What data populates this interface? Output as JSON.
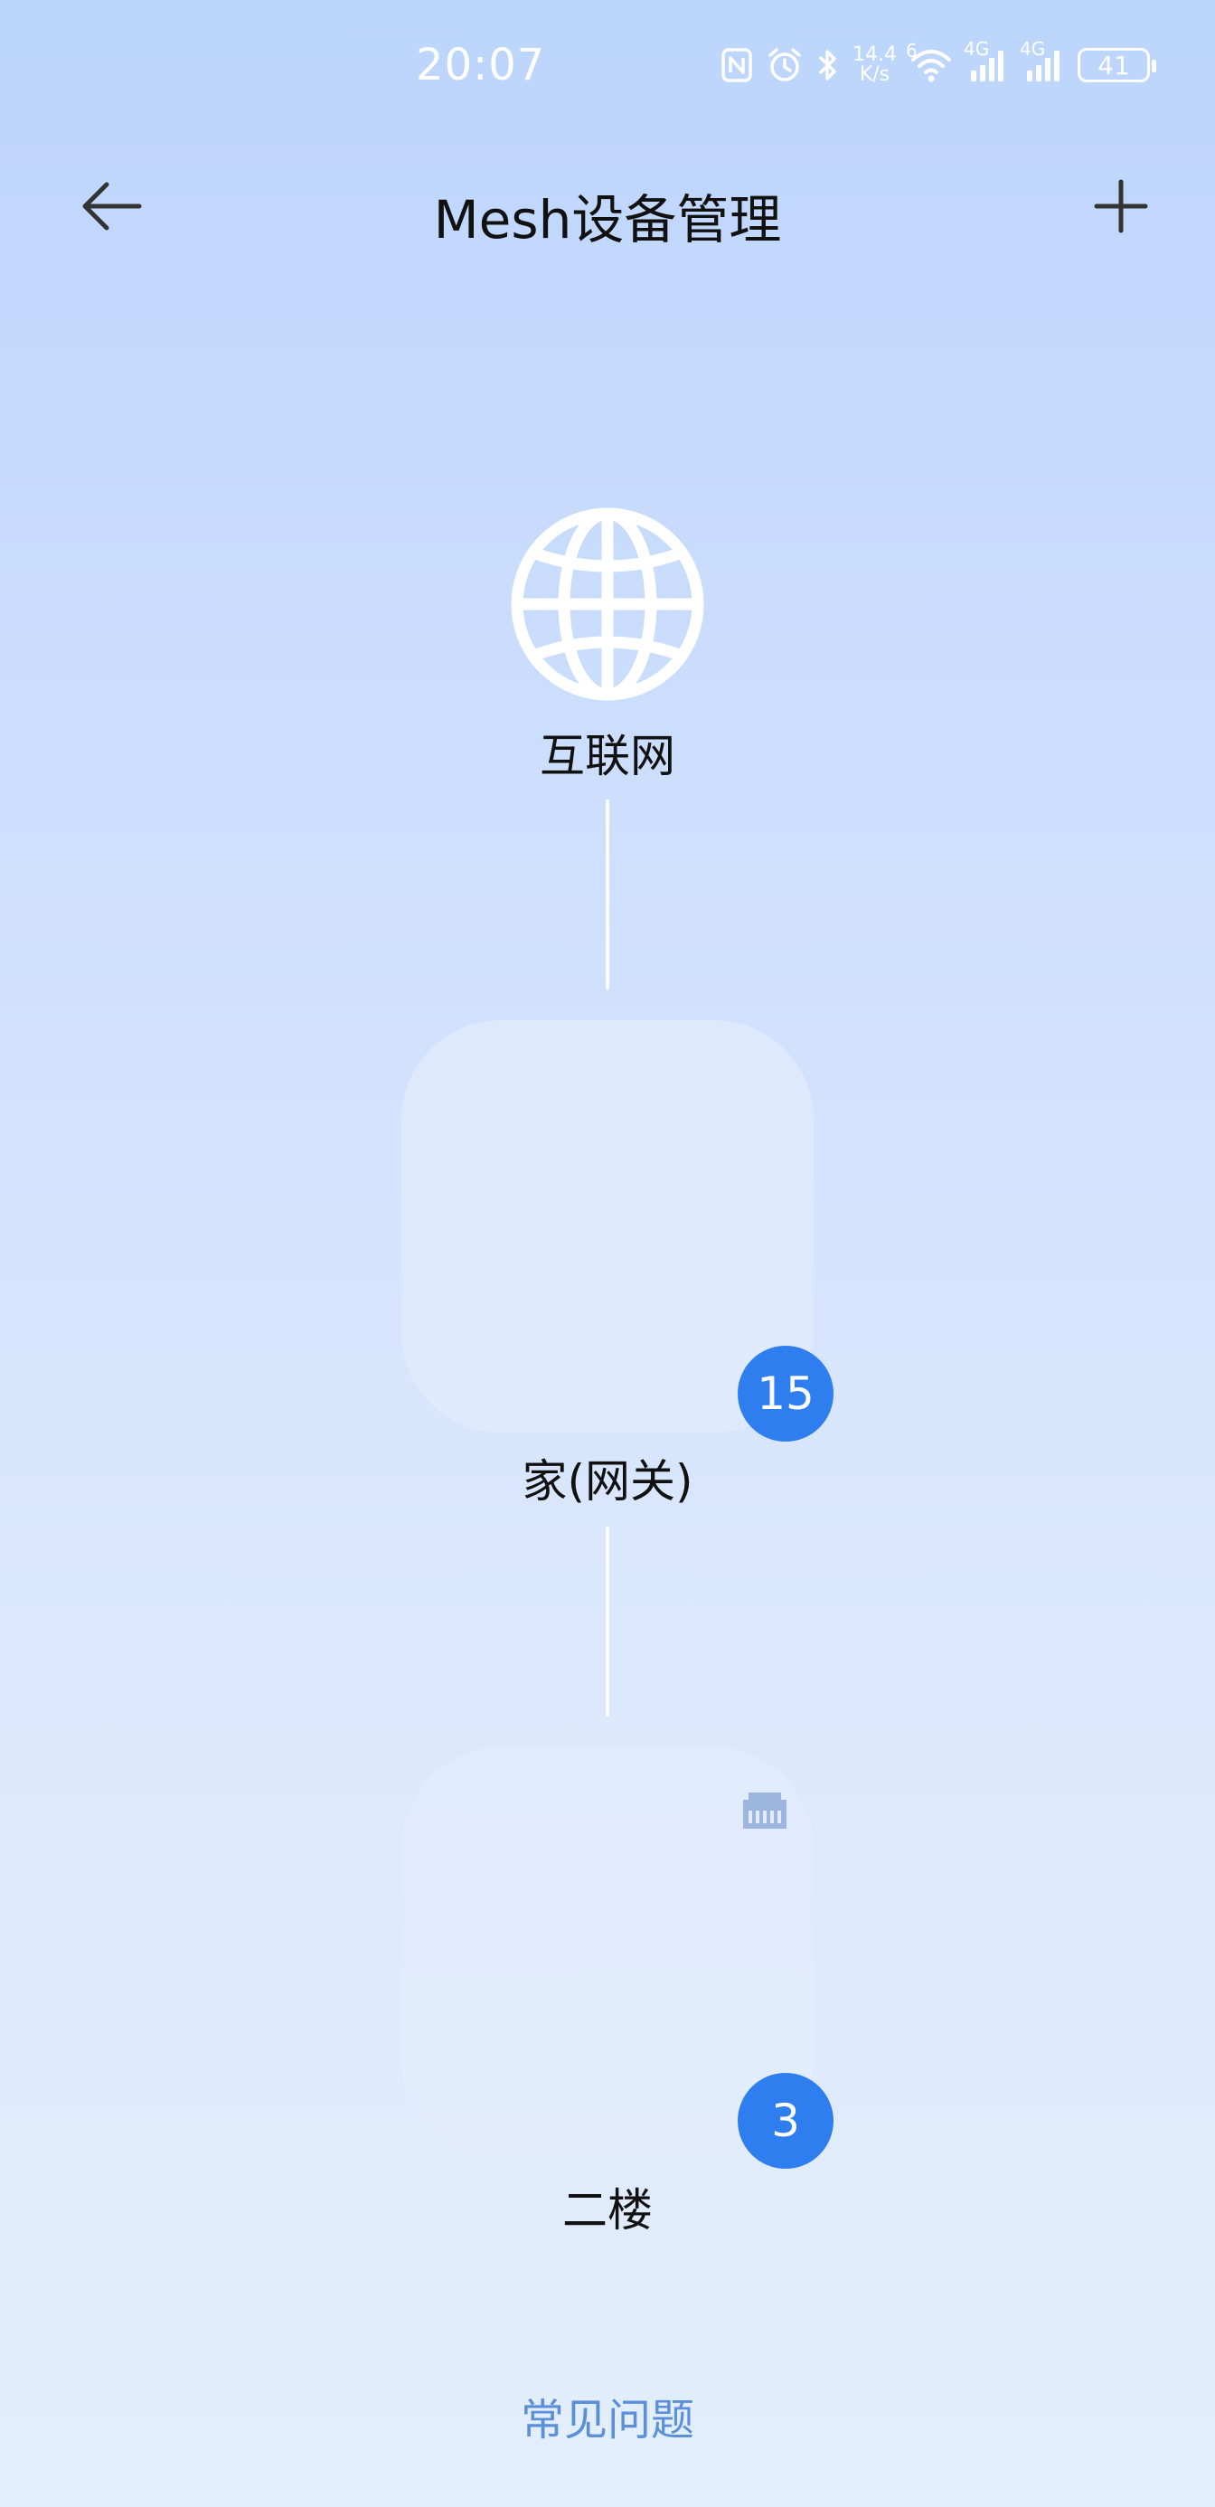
{
  "status_bar": {
    "time": "20:07",
    "net_speed_value": "14.4",
    "net_speed_unit": "K/s",
    "signal_label_1": "4G",
    "signal_label_2": "4G",
    "wifi_label": "6",
    "battery": "41",
    "icons": [
      "nfc-icon",
      "alarm-icon",
      "bluetooth-icon",
      "wifi-icon",
      "signal-icon",
      "battery-icon"
    ]
  },
  "header": {
    "title": "Mesh设备管理",
    "back_icon": "arrow-left-icon",
    "add_icon": "plus-icon"
  },
  "topology": {
    "internet": {
      "label": "互联网",
      "icon": "globe-icon"
    },
    "nodes": [
      {
        "label": "家(网关)",
        "device_count": "15"
      },
      {
        "label": "二楼",
        "device_count": "3",
        "icon": "ethernet-icon"
      }
    ]
  },
  "footer": {
    "faq_label": "常见问题"
  },
  "colors": {
    "accent": "#2f7ef0",
    "link": "#5b8fd8",
    "background_top": "#bcd5fb",
    "background_bottom": "#e3eefc"
  }
}
